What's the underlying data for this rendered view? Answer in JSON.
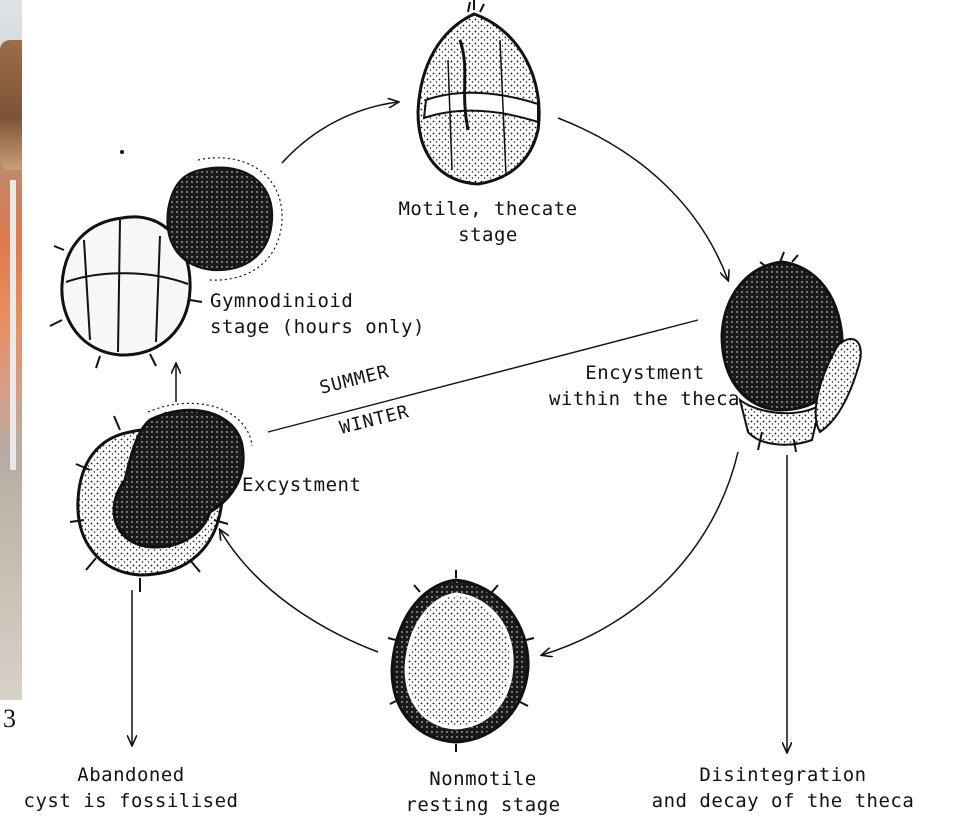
{
  "page_number": "3",
  "labels": {
    "motile_line1": "Motile, thecate",
    "motile_line2": "stage",
    "gymno_line1": "Gymnodinioid",
    "gymno_line2": "stage (hours only)",
    "encyst_line1": "Encystment",
    "encyst_line2": "within the theca",
    "excystment": "Excystment",
    "summer": "SUMMER",
    "winter": "WINTER",
    "abandoned_line1": "Abandoned",
    "abandoned_line2": "cyst is fossilised",
    "nonmotile_line1": "Nonmotile",
    "nonmotile_line2": "resting stage",
    "disint_line1": "Disintegration",
    "disint_line2": "and decay of the theca"
  },
  "icons": [
    "motile-thecate-cell-icon",
    "encysting-cell-icon",
    "resting-cyst-icon",
    "excysting-cyst-icon",
    "gymnodinioid-cell-icon"
  ],
  "colors": {
    "ink": "#111111",
    "paper": "#ffffff"
  }
}
